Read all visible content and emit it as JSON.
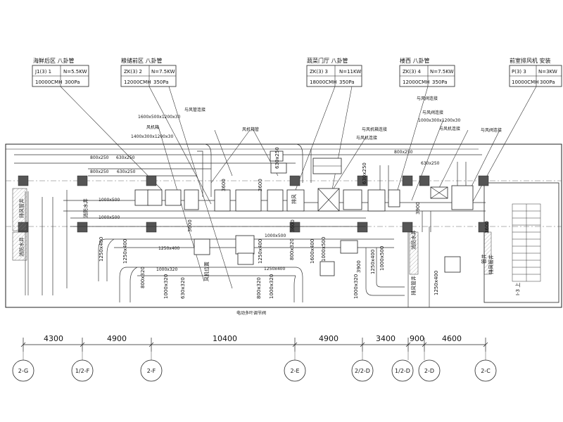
{
  "equipment_tags": [
    {
      "title": "海鲜后区 八卦管",
      "row1": [
        "J1(3) 1",
        "N=5.5KW"
      ],
      "row2": [
        "10000CMH",
        "300Pa"
      ]
    },
    {
      "title": "粮储前区 八卦管",
      "row1": [
        "ZK(3) 2",
        "N=7.5KW"
      ],
      "row2": [
        "12000CMH",
        "350Pa"
      ]
    },
    {
      "title": "蔬菜门厅 八卦管",
      "row1": [
        "ZK(3) 3",
        "N=11KW"
      ],
      "row2": [
        "18000CMH",
        "350Pa"
      ]
    },
    {
      "title": "楼西 八卦管",
      "row1": [
        "ZK(3) 4",
        "N=7.5KW"
      ],
      "row2": [
        "12000CMH",
        "350Pa"
      ]
    },
    {
      "title": "前室排风机 安装",
      "row1": [
        "P(3) 3",
        "N=3KW"
      ],
      "row2": [
        "10000CMH",
        "300Pa"
      ]
    }
  ],
  "callouts": [
    "与风管连接",
    "与风阀连接",
    "与风机连接",
    "1600x500x1200x30",
    "风机箱",
    "1400x300x1200x30",
    "与风阀连接",
    "1000x300x1200x30",
    "风机箱管",
    "与风机箱连接",
    "与风机连接",
    "与风阀连接",
    "电动多叶调节阀",
    "风机位置"
  ],
  "duct_labels": [
    "800x250",
    "630x250",
    "800x250",
    "630x250",
    "1000x500",
    "1000x500",
    "1250x400",
    "1250x400",
    "1000x320",
    "1000x320",
    "630x320",
    "800x320",
    "1250x400",
    "1000x320",
    "800x320",
    "1250x400",
    "1250x400",
    "1000x320",
    "1250x400",
    "630x250",
    "800x250",
    "630x250",
    "1000x500",
    "800x320",
    "1600x400",
    "1000x500",
    "630x250",
    "1250x400",
    "1000x500"
  ],
  "room_labels": [
    "排风管井",
    "消防水井",
    "排风管井",
    "消防水井",
    "排风管井",
    "消防水井",
    "管井",
    "排风"
  ],
  "floor_marks": [
    "3600",
    "3600",
    "3600",
    "3600",
    "3900",
    "3900",
    "3600"
  ],
  "stair_label": "I-3 上",
  "dimensions": [
    "4300",
    "4900",
    "10400",
    "4900",
    "3400",
    "900",
    "4600"
  ],
  "axes": [
    "2-G",
    "1/2-F",
    "2-F",
    "2-E",
    "2/2-D",
    "1/2-D",
    "2-D",
    "2-C"
  ]
}
